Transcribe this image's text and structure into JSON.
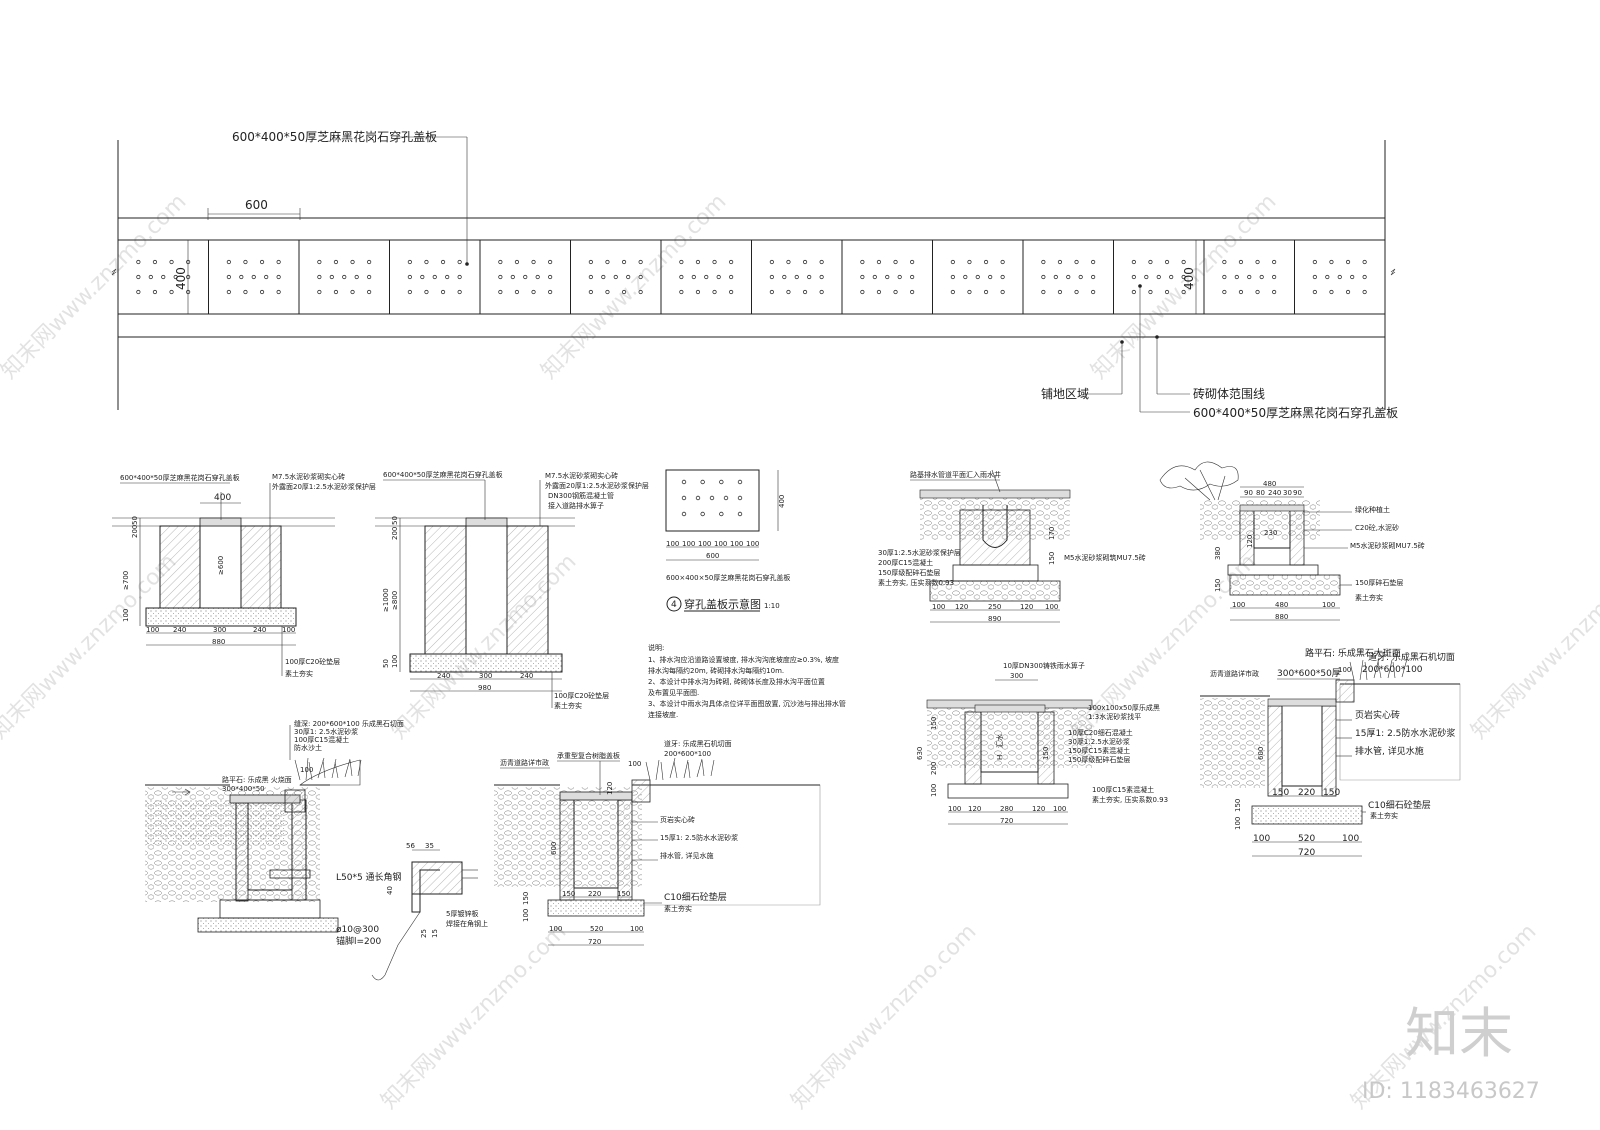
{
  "plan": {
    "top_callout": "600*400*50厚芝麻黑花岗石穿孔盖板",
    "dim_width": "600",
    "dim_height_left": "400",
    "dim_height_right": "400",
    "callout_paving": "铺地区域",
    "callout_brick": "砖砌体范围线",
    "callout_cover": "600*400*50厚芝麻黑花岗石穿孔盖板",
    "slab_count": 14
  },
  "sec_a": {
    "cover_note": "600*400*50厚芝麻黑花岗石穿孔盖板",
    "wall_note": "M7.5水泥砂浆砌实心砖",
    "wall_note2": "外露面20厚1:2.5水泥砂浆保护层",
    "dim_top": "400",
    "dim_slab": "50",
    "dim_slab2": "200",
    "dim_depth": "≥600",
    "dim_height": "≥700",
    "dim_base": "100",
    "dims_bottom": [
      "100",
      "240",
      "300",
      "240",
      "100"
    ],
    "total": "880",
    "base_note1": "100厚C20砼垫层",
    "base_note2": "素土夯实"
  },
  "sec_b": {
    "cover_note": "600*400*50厚芝麻黑花岗石穿孔盖板",
    "wall_note": "M7.5水泥砂浆砌实心砖",
    "wall_note2": "外露面20厚1:2.5水泥砂浆保护层",
    "pipe_note": "DN300钢筋混凝土管",
    "pipe_note2": "接入道路排水箅子",
    "dim_slab": "50",
    "dim_slab2": "200",
    "dim_depth": "≥800",
    "dim_height": "≥1000",
    "dim_base": "100",
    "dim_base2": "50",
    "dims_bottom": [
      "240",
      "300",
      "240"
    ],
    "total": "980",
    "base_note1": "100厚C20砼垫层",
    "base_note2": "素土夯实"
  },
  "cover_detail": {
    "dims_bottom": [
      "100",
      "100",
      "100",
      "100",
      "100",
      "100"
    ],
    "total": "600",
    "dim_side": "400",
    "caption_note": "600×400×50厚芝麻黑花岗石穿孔盖板",
    "title_no": "4",
    "title": "穿孔盖板示意图",
    "scale": "1:10"
  },
  "notes": {
    "heading": "说明:",
    "lines": [
      "1、排水沟应沿道路设置坡度, 排水沟沟底坡度应≥0.3%, 坡度",
      "   排水沟每隔约20m, 砖砌排水沟每隔约10m.",
      "2、本设计中排水沟为砖砌, 砖砌体长度及排水沟平面位置",
      "   及布置见平面图.",
      "3、本设计中雨水沟具体点位详平面图放置, 沉沙池与排出排水管",
      "   连接坡度."
    ]
  },
  "sec_c": {
    "notes": [
      "缝深: 200*600*100 乐成黑石切面",
      "30厚1: 2.5水泥砂浆",
      "100厚C15混凝土",
      "防水沙土"
    ],
    "dim_top": "100",
    "label_cover": "300*400*50",
    "label_edge": "路平石: 乐成黑 火烧面"
  },
  "angle_detail": {
    "dims_top": [
      "56",
      "35"
    ],
    "dim_side": "40",
    "label_angle": "L50*5  通长角钢",
    "label_bar": "ø10@300",
    "label_bar2": "锚脚l=200",
    "label_bolt": "5厚镀锌板",
    "label_bolt2": "焊接在角钢上",
    "dims_bottom": [
      "25",
      "15"
    ]
  },
  "sec_d": {
    "label_road": "沥青道路详市政",
    "label_grate": "承重型复合树脂盖板",
    "label_curb": "道牙: 乐成黑石机切面",
    "label_size": "200*600*100",
    "dim_top": "100",
    "dim_curb": "120",
    "label_brick": "页岩实心砖",
    "label_mortar": "15厚1: 2.5防水水泥砂浆",
    "label_pipe": "排水管, 详见水施",
    "label_base": "C10细石砼垫层",
    "label_soil": "素土夯实",
    "dims_inner": [
      "150",
      "220",
      "150"
    ],
    "dims_outer": [
      "100",
      "520",
      "100"
    ],
    "total": "720",
    "dim_left1": "150",
    "dim_left2": "100",
    "dim_mid": "600"
  },
  "sec_e": {
    "label_top": "路基排水管道平面汇入雨水井",
    "layers": [
      "30厚1:2.5水泥砂浆保护层",
      "200厚C15混凝土",
      "150厚级配碎石垫层",
      "素土夯实, 压实系数0.93"
    ],
    "dims_left": [
      "150",
      "100"
    ],
    "dims_right": [
      "170",
      "150"
    ],
    "dims_bottom": [
      "100",
      "120",
      "250",
      "120",
      "100"
    ],
    "total": "890",
    "right_notes": [
      "M5水泥砂浆砌筑MU7.5砖",
      "150"
    ]
  },
  "sec_f": {
    "dims_top": [
      "90",
      "80",
      "240",
      "30",
      "90"
    ],
    "total_top": "480",
    "dim_inner": "230",
    "dim_h": "120",
    "dim_left": "380",
    "dim_base": "150",
    "dims_bottom": [
      "100",
      "480",
      "100"
    ],
    "total": "880",
    "right_notes": [
      "绿化种植土",
      "C20砼,水泥砂",
      "M5水泥砂浆砌MU7.5砖",
      "150厚碎石垫层",
      "素土夯实"
    ]
  },
  "sec_g": {
    "label_top": "10厚DN300铸铁雨水箅子",
    "dim_top": "300",
    "dims_left": [
      "150",
      "630",
      "200",
      "100"
    ],
    "label_mid": "H",
    "label_mid2": "汇水",
    "right_notes": [
      "100x100x50厚乐成黑",
      "1:3水泥砂浆找平",
      "10厚C20细石混凝土",
      "30厚1:2.5水泥砂浆",
      "150厚C15素混凝土",
      "150厚级配碎石垫层",
      "100厚C15素混凝土",
      "素土夯实, 压实系数0.93"
    ],
    "dim_side": "150",
    "dims_bottom": [
      "100",
      "120",
      "280",
      "120",
      "100"
    ],
    "total": "720"
  },
  "sec_h": {
    "label_edge": "路平石: 乐成黑石大斑面",
    "label_curb": "道牙: 乐成黑石机切面",
    "label_size": "200*600*100",
    "label_road": "沥青道路详市政",
    "label_cover": "300*600*50厚",
    "dim_top": "100",
    "label_brick": "页岩实心砖",
    "label_mortar": "15厚1: 2.5防水水泥砂浆",
    "label_pipe": "排水管, 详见水施",
    "dim_mid": "600",
    "dims_inner": [
      "150",
      "220",
      "150"
    ],
    "label_base": "C10细石砼垫层",
    "label_soil": "素土夯实",
    "dims_left": [
      "150",
      "100"
    ],
    "dims_outer": [
      "100",
      "520",
      "100"
    ],
    "total": "720"
  },
  "watermark": {
    "text": "知末网www.znzmo.com",
    "logo": "知末",
    "id": "ID: 1183463627"
  }
}
